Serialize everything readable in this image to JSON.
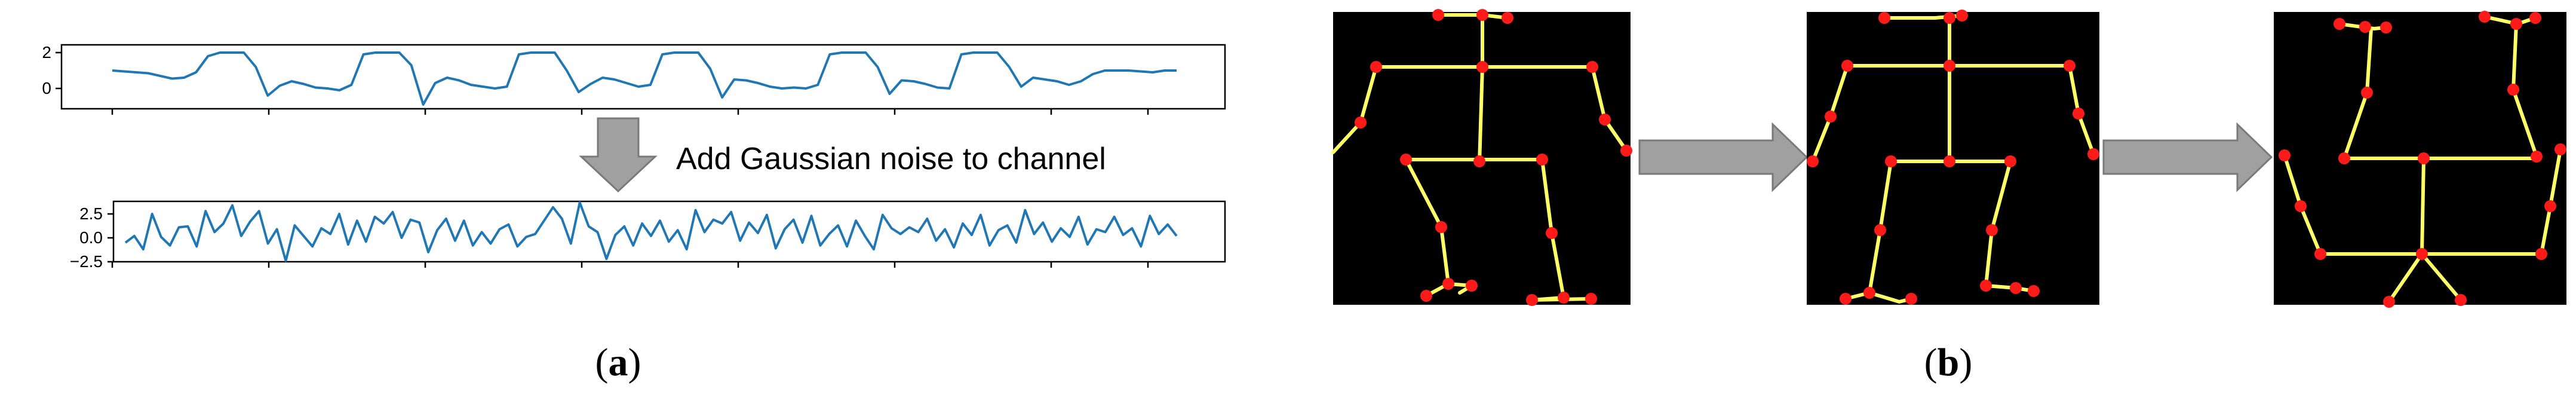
{
  "panel_a": {
    "caption_label": "a",
    "annotation": "Add Gaussian noise to channel",
    "top_plot": {
      "y_ticks": [
        "2",
        "0"
      ],
      "series_color": "#1f77b4",
      "values": [
        1.0,
        0.95,
        0.9,
        0.85,
        0.7,
        0.55,
        0.6,
        0.9,
        1.8,
        2.0,
        2.0,
        2.0,
        1.2,
        -0.4,
        0.15,
        0.4,
        0.25,
        0.05,
        0.0,
        -0.1,
        0.2,
        1.9,
        2.0,
        2.0,
        2.0,
        1.3,
        -0.9,
        0.3,
        0.6,
        0.45,
        0.2,
        0.1,
        0.0,
        0.1,
        1.9,
        2.0,
        2.0,
        2.0,
        1.0,
        -0.2,
        0.25,
        0.6,
        0.5,
        0.3,
        0.1,
        0.2,
        1.9,
        2.0,
        2.0,
        2.0,
        1.1,
        -0.5,
        0.5,
        0.45,
        0.3,
        0.1,
        0.0,
        0.05,
        0.0,
        0.2,
        1.9,
        2.0,
        2.0,
        2.0,
        1.2,
        -0.3,
        0.45,
        0.4,
        0.25,
        0.05,
        0.0,
        1.9,
        2.0,
        2.0,
        2.0,
        1.2,
        0.1,
        0.6,
        0.5,
        0.4,
        0.2,
        0.4,
        0.8,
        1.0,
        1.0,
        1.0,
        0.95,
        0.9,
        1.0,
        1.0
      ]
    },
    "bottom_plot": {
      "y_ticks": [
        "2.5",
        "0.0",
        "−2.5"
      ],
      "series_color": "#1f77b4",
      "values": [
        -0.5,
        0.2,
        -1.2,
        2.5,
        0.1,
        -0.8,
        1.1,
        1.2,
        -0.9,
        2.8,
        0.6,
        1.5,
        3.4,
        0.2,
        1.7,
        2.8,
        -0.6,
        0.9,
        -2.4,
        1.3,
        0.2,
        -0.9,
        1.0,
        0.4,
        2.5,
        -0.7,
        1.8,
        -0.4,
        2.2,
        1.5,
        2.7,
        0.0,
        1.9,
        1.6,
        -1.5,
        0.8,
        2.0,
        -0.3,
        1.8,
        -0.8,
        0.6,
        -0.6,
        0.9,
        1.4,
        -0.9,
        0.1,
        0.4,
        1.8,
        3.2,
        2.0,
        -0.6,
        3.7,
        1.2,
        0.6,
        -2.2,
        0.3,
        1.2,
        -0.8,
        1.5,
        0.2,
        1.8,
        -0.4,
        0.8,
        -1.2,
        2.9,
        0.6,
        1.9,
        1.5,
        2.7,
        -0.3,
        1.6,
        0.5,
        2.4,
        -1.1,
        0.9,
        1.9,
        -0.5,
        2.3,
        -0.8,
        0.4,
        1.3,
        -0.9,
        1.8,
        0.2,
        -1.2,
        2.4,
        1.0,
        0.4,
        1.1,
        0.6,
        2.0,
        -0.3,
        0.9,
        -1.0,
        1.5,
        0.3,
        2.4,
        -0.8,
        0.8,
        1.3,
        -0.5,
        2.9,
        0.4,
        1.6,
        -0.4,
        1.0,
        0.1,
        2.2,
        -0.7,
        0.9,
        0.6,
        2.2,
        0.3,
        1.0,
        -0.9,
        2.3,
        0.4,
        1.4,
        0.2
      ]
    }
  },
  "panel_b": {
    "caption_label": "b",
    "frame_count": 3,
    "skeleton_color": "#ffff66",
    "joint_color": "#ff1a1a",
    "background_color": "#000000"
  },
  "colors": {
    "arrow_fill": "#a0a0a0",
    "arrow_stroke": "#7a7a7a",
    "axis": "#000000"
  }
}
